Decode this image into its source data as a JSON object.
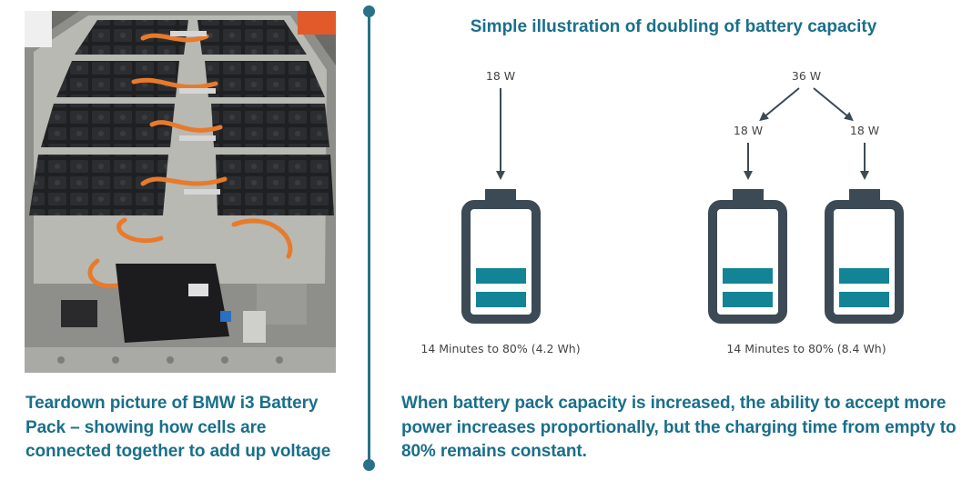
{
  "photo": {
    "description_icon": "battery-pack-photo"
  },
  "left_caption": "Teardown picture of BMW i3 Battery Pack – showing how cells are connected together to add up voltage",
  "right_title": "Simple illustration of doubling of battery capacity",
  "diagram": {
    "single": {
      "power_label": "18 W",
      "caption": "14 Minutes to 80% (4.2 Wh)"
    },
    "double": {
      "total_power_label": "36 W",
      "branch_left_label": "18 W",
      "branch_right_label": "18 W",
      "caption": "14 Minutes to 80% (8.4 Wh)"
    }
  },
  "right_caption": "When battery pack capacity is increased, the ability to accept more power increases proportionally, but the charging time from empty to 80% remains constant.",
  "colors": {
    "accent": "#1a6f8a",
    "battery_outline": "#3c4a55",
    "battery_fill": "#138496"
  }
}
